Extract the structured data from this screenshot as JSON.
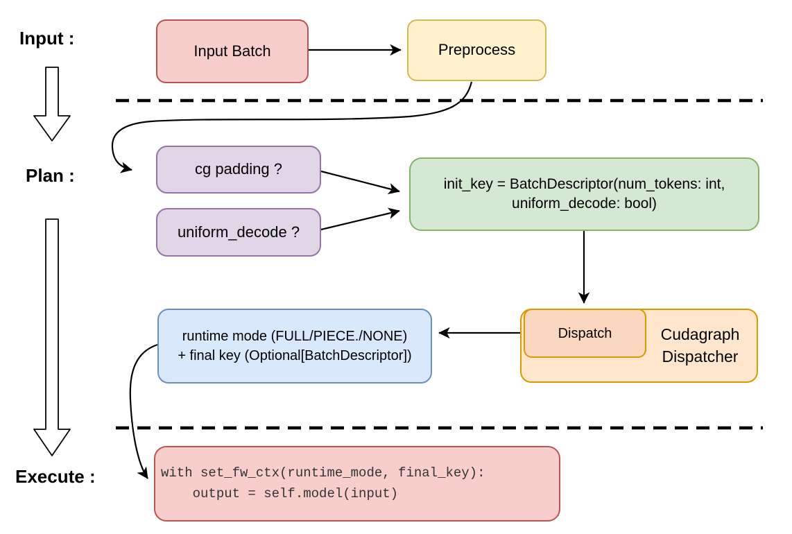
{
  "stages": {
    "input_label": "Input :",
    "plan_label": "Plan :",
    "execute_label": "Execute :"
  },
  "nodes": {
    "input_batch": "Input Batch",
    "preprocess": "Preprocess",
    "cg_padding": "cg padding ?",
    "uniform_decode": "uniform_decode ?",
    "init_key_line1": "init_key = BatchDescriptor(num_tokens: int,",
    "init_key_line2": "uniform_decode: bool)",
    "dispatch": "Dispatch",
    "dispatcher_line1": "Cudagraph",
    "dispatcher_line2": "Dispatcher",
    "runtime_line1": "runtime mode (FULL/PIECE./NONE)",
    "runtime_line2": "+ final key (Optional[BatchDescriptor])",
    "code_line1": "with set_fw_ctx(runtime_mode, final_key):",
    "code_line2": "    output = self.model(input)"
  },
  "colors": {
    "red_fill": "#F8CECC",
    "red_stroke": "#B85450",
    "yellow_fill": "#FFF2CC",
    "yellow_stroke": "#D6B656",
    "purple_fill": "#E1D5E7",
    "purple_stroke": "#9673A6",
    "green_fill": "#D5E8D4",
    "green_stroke": "#82B366",
    "blue_fill": "#DAE8FC",
    "blue_stroke": "#6C8EBF",
    "orange_fill": "#FFE6CC",
    "orange_inner_fill": "#FAD7BE",
    "orange_stroke": "#D79B00",
    "connector": "#000000"
  }
}
